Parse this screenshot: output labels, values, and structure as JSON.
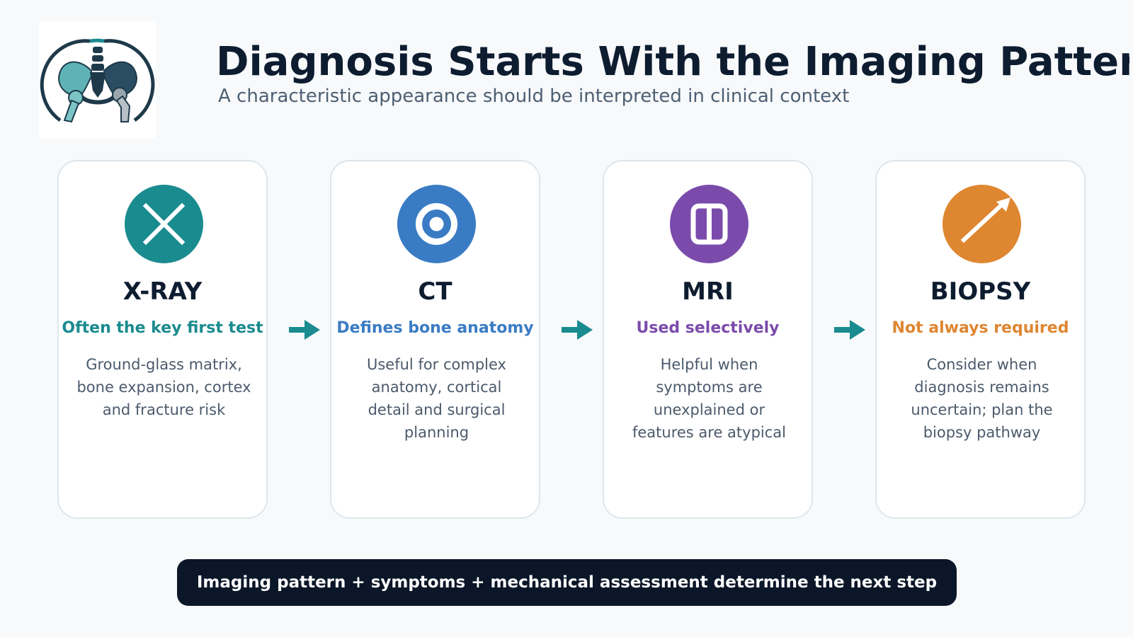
{
  "header": {
    "title": "Diagnosis Starts With the Imaging Pattern",
    "subtitle": "A characteristic appearance should be interpreted in clinical context"
  },
  "logo": {
    "icon": "pelvis-hip-joint-logo"
  },
  "steps": [
    {
      "name": "X-RAY",
      "tag": "Often the key first test",
      "description": "Ground-glass matrix, bone expansion, cortex and fracture risk",
      "color": "#1a8b8f",
      "icon": "cross-icon"
    },
    {
      "name": "CT",
      "tag": "Defines bone anatomy",
      "description": "Useful for complex anatomy, cortical detail and surgical planning",
      "color": "#3a7cc4",
      "icon": "target-rings-icon"
    },
    {
      "name": "MRI",
      "tag": "Used selectively",
      "description": "Helpful when symptoms are unexplained or features are atypical",
      "color": "#7b4bab",
      "icon": "split-rectangle-icon"
    },
    {
      "name": "BIOPSY",
      "tag": "Not always required",
      "description": "Consider when diagnosis remains uncertain; plan the biopsy pathway",
      "color": "#df8630",
      "icon": "needle-arrow-icon"
    }
  ],
  "arrow_color": "#1a8b8f",
  "footer": {
    "text": "Imaging pattern + symptoms + mechanical assessment determine the next step"
  }
}
